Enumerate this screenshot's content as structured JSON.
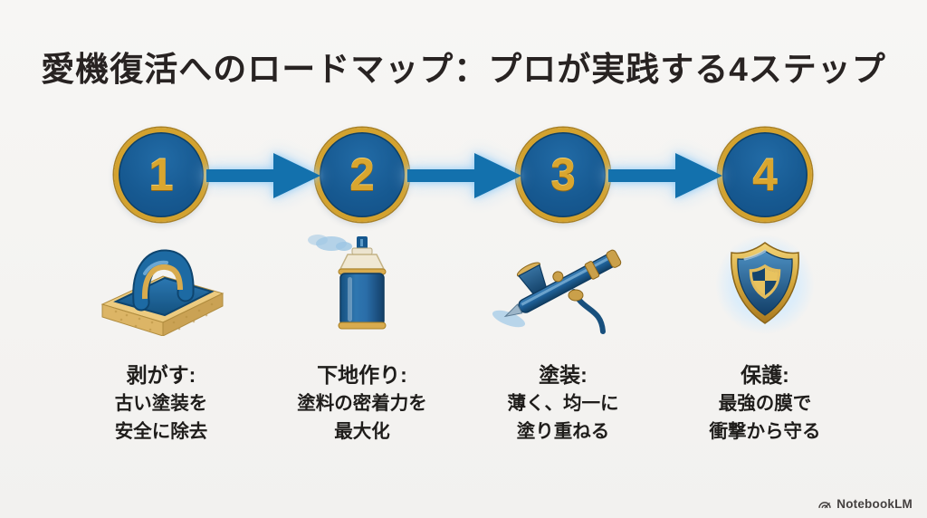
{
  "title": "愛機復活へのロードマップ：プロが実践する4ステップ",
  "steps": [
    {
      "number": "1",
      "icon": "sanding-block-icon",
      "heading": "剥がす:",
      "line1": "古い塗装を",
      "line2": "安全に除去"
    },
    {
      "number": "2",
      "icon": "spray-can-icon",
      "heading": "下地作り:",
      "line1": "塗料の密着力を",
      "line2": "最大化"
    },
    {
      "number": "3",
      "icon": "airbrush-icon",
      "heading": "塗装:",
      "line1": "薄く、均一に",
      "line2": "塗り重ねる"
    },
    {
      "number": "4",
      "icon": "shield-icon",
      "heading": "保護:",
      "line1": "最強の膜で",
      "line2": "衝撃から守る"
    }
  ],
  "footer": {
    "brand": "NotebookLM"
  },
  "colors": {
    "background": "#f4f3f1",
    "title_text": "#282322",
    "circle_fill": "#175a92",
    "circle_border_gold": "#d3a22e",
    "number_gold": "#d9a62f",
    "arrow_blue": "#1371ad",
    "arrow_glow": "#b5dcf4",
    "label_text": "#1f1d1b",
    "sponge_tan": "#e9c77a",
    "brand_text": "#454140"
  }
}
